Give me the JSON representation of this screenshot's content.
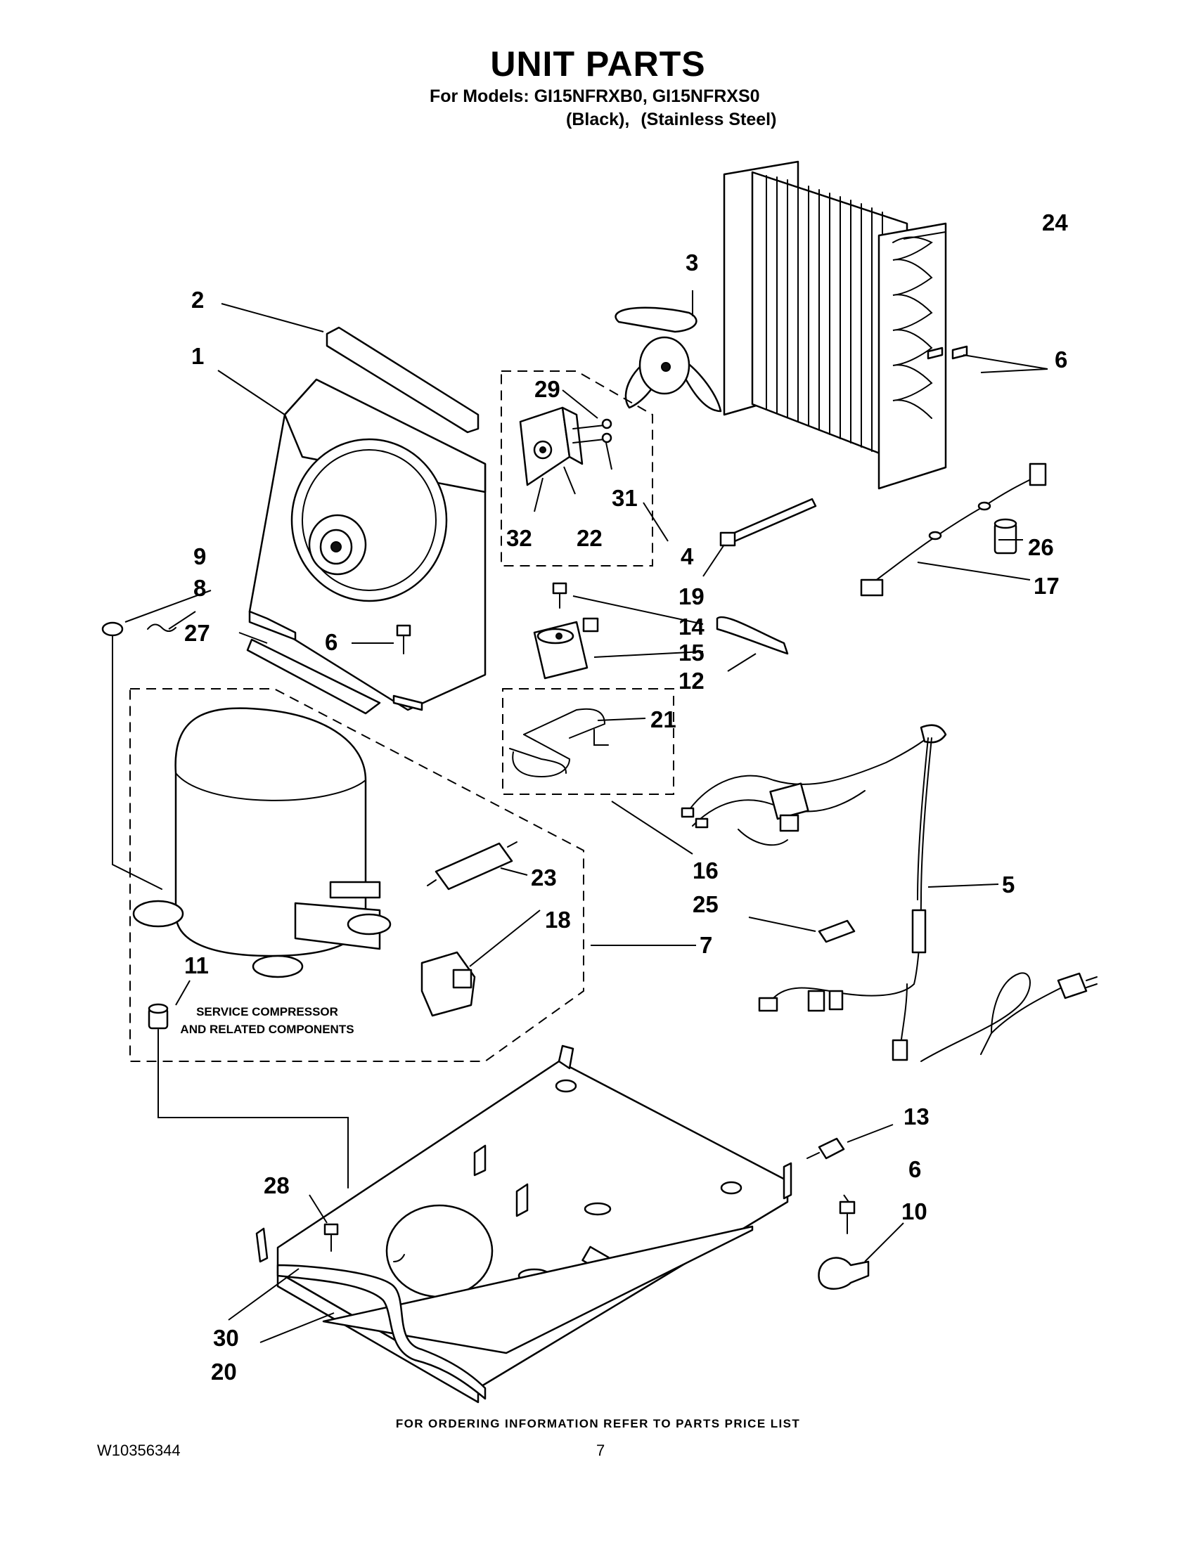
{
  "header": {
    "title": "UNIT PARTS",
    "models_line": "For Models: GI15NFRXB0, GI15NFRXS0",
    "color_1": "(Black),",
    "color_2": "(Stainless Steel)"
  },
  "callouts": {
    "c1": "1",
    "c2": "2",
    "c3": "3",
    "c4": "4",
    "c5": "5",
    "c6a": "6",
    "c6b": "6",
    "c6c": "6",
    "c7": "7",
    "c8": "8",
    "c9": "9",
    "c10": "10",
    "c11": "11",
    "c12": "12",
    "c13": "13",
    "c14": "14",
    "c15": "15",
    "c16": "16",
    "c17": "17",
    "c18": "18",
    "c19": "19",
    "c20": "20",
    "c21": "21",
    "c22": "22",
    "c23": "23",
    "c24": "24",
    "c25": "25",
    "c26": "26",
    "c27": "27",
    "c28": "28",
    "c29": "29",
    "c30": "30",
    "c31": "31",
    "c32": "32"
  },
  "service_label": {
    "line1": "SERVICE COMPRESSOR",
    "line2": "AND RELATED COMPONENTS"
  },
  "footer": {
    "ordering_note": "FOR ORDERING INFORMATION REFER TO PARTS PRICE LIST",
    "doc_number": "W10356344",
    "page_number": "7"
  }
}
